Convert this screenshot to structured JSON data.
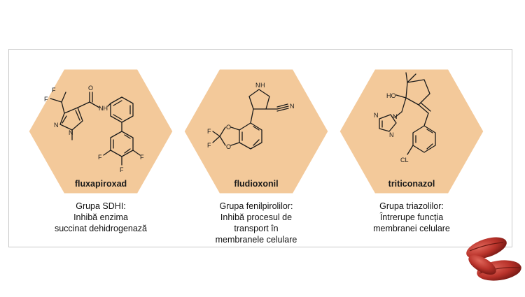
{
  "compounds": [
    {
      "name": "fluxapiroxad",
      "caption": [
        "Grupa SDHI:",
        "Inhibă enzima",
        "succinat dehidrogenază"
      ],
      "atoms": {
        "f1": "F",
        "f2": "F",
        "o": "O",
        "n1": "N",
        "n2": "N",
        "nh": "NH",
        "fa": "F",
        "fb": "F",
        "fc": "F"
      }
    },
    {
      "name": "fludioxonil",
      "caption": [
        "Grupa fenilpirolilor:",
        "Inhibă procesul de",
        "transport în",
        "membranele celulare"
      ],
      "atoms": {
        "nh": "N",
        "h": "H",
        "n": "N",
        "f1": "F",
        "f2": "F",
        "o1": "O",
        "o2": "O"
      }
    },
    {
      "name": "triticonazol",
      "caption": [
        "Grupa triazolilor:",
        "Întrerupe funcția",
        "membranei celulare"
      ],
      "atoms": {
        "ho": "HO",
        "n1": "N",
        "n2": "N",
        "n3": "N",
        "cl": "CL"
      }
    }
  ],
  "colors": {
    "hex_fill": "#f3c99a",
    "hex_stroke": "#ffffff",
    "frame_border": "#c9c9c9",
    "seed": "#b8322a"
  }
}
